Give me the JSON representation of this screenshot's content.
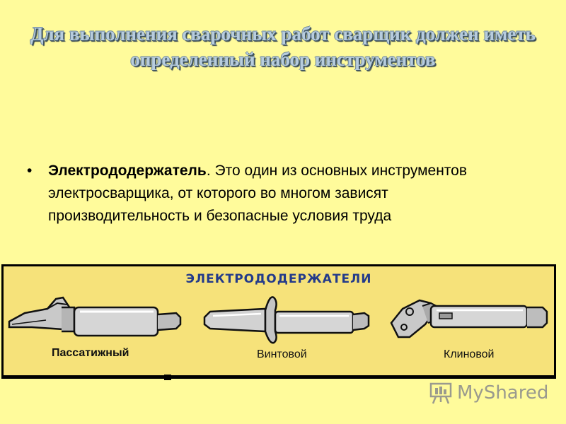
{
  "slide": {
    "title_lines": [
      "Для выполнения сварочных работ сварщик должен иметь",
      "определенный набор инструментов"
    ],
    "bullet": {
      "marker": "•",
      "term": "Электрододержатель",
      "text": ". Это один из основных инструментов электросварщика, от которого во многом зависят производительность и безопасные условия труда"
    }
  },
  "figure": {
    "heading": "ЭЛЕКТРОДОДЕРЖАТЕЛИ",
    "tools": [
      {
        "label": "Пассатижный",
        "icon": "pliers-holder-icon"
      },
      {
        "label": "Винтовой",
        "icon": "screw-holder-icon"
      },
      {
        "label": "Клиновой",
        "icon": "wedge-holder-icon"
      }
    ]
  },
  "watermark": {
    "brand": "MyShared",
    "icon": "presentation-board-icon"
  },
  "colors": {
    "background": "#fffb9b",
    "title": "#b7ccdd",
    "figure_background": "#f6e27a",
    "figure_heading": "#233a8a"
  }
}
